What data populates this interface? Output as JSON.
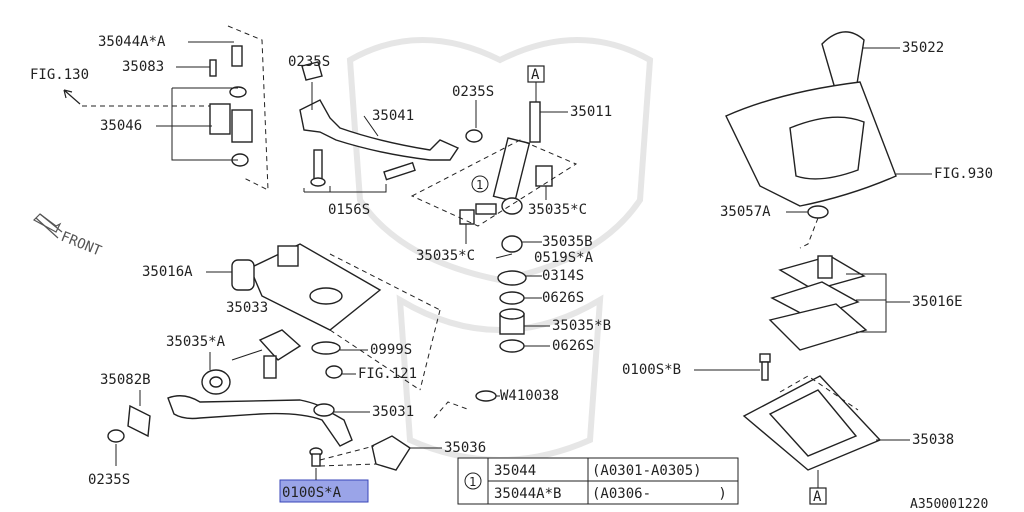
{
  "diagram": {
    "figure_id": "A350001220",
    "orientation_label": "FRONT",
    "fig_refs": {
      "fig130": "FIG.130",
      "fig121": "FIG.121",
      "fig930": "FIG.930"
    },
    "section_markers": [
      "A",
      "A"
    ],
    "callouts": {
      "p35044A_A": "35044A*A",
      "p35083": "35083",
      "p35046": "35046",
      "p0235S_top": "0235S",
      "p35041": "35041",
      "p0235S_mid": "0235S",
      "p35011": "35011",
      "p0156S": "0156S",
      "p35035C_r": "35035*C",
      "p35035C_l": "35035*C",
      "p35035B": "35035B",
      "p0519S_A": "0519S*A",
      "p0314S": "0314S",
      "p0626S_a": "0626S",
      "p35035_B": "35035*B",
      "p0626S_b": "0626S",
      "p35016A": "35016A",
      "p35033": "35033",
      "p35035A": "35035*A",
      "p0999S": "0999S",
      "p35082B": "35082B",
      "p35031": "35031",
      "pW410038": "W410038",
      "p35036": "35036",
      "p0235S_bot": "0235S",
      "p0100S_A": "0100S*A",
      "p35022": "35022",
      "p35057A": "35057A",
      "p35016E": "35016E",
      "p0100S_B": "0100S*B",
      "p35038": "35038"
    },
    "note_marker": "1",
    "legend": {
      "rows": [
        {
          "part": "35044",
          "range": "(A0301-A0305)"
        },
        {
          "part": "35044A*B",
          "range": "(A0306-        )"
        }
      ]
    }
  }
}
